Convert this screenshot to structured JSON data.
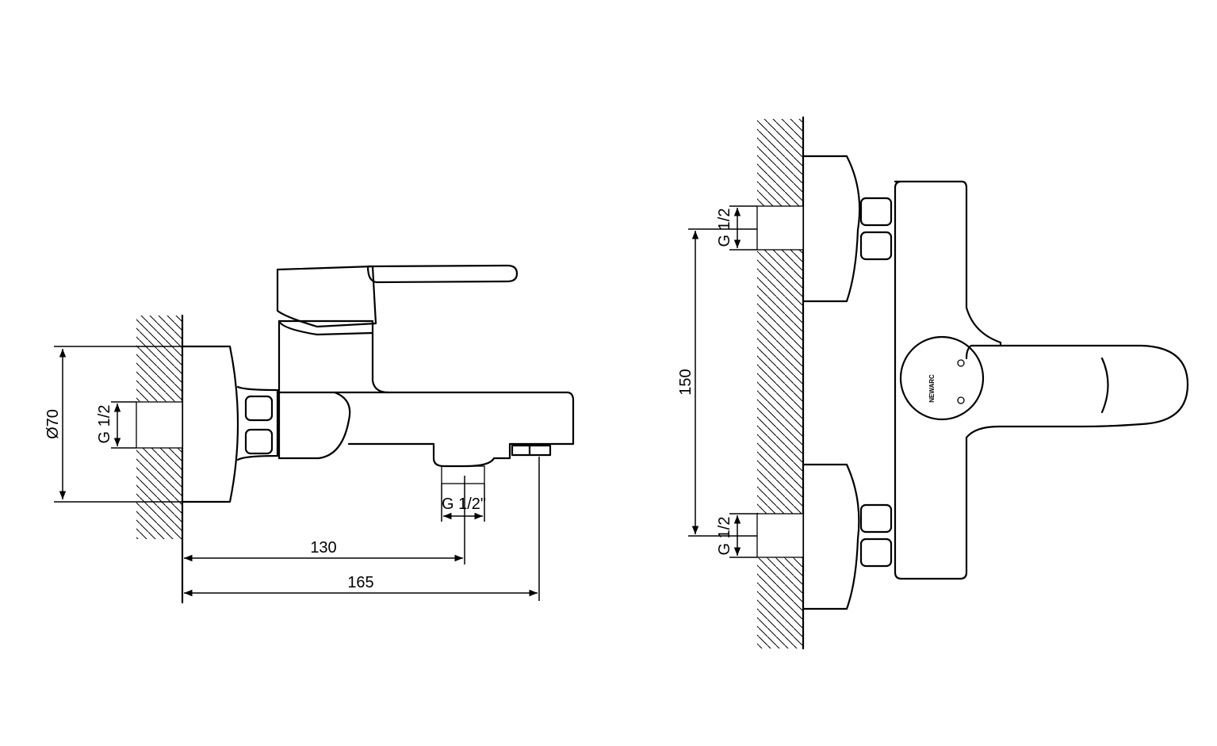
{
  "side_view": {
    "diameter_label": "Ø70",
    "inlet_thread_label": "G 1/2",
    "outlet_thread_label": "G 1/2\"",
    "dim_outlet_label": "130",
    "dim_spout_label": "165"
  },
  "front_view": {
    "top_thread_label": "G 1/2",
    "bottom_thread_label": "G 1/2",
    "center_distance_label": "150",
    "brand_label": "NEWARC"
  }
}
